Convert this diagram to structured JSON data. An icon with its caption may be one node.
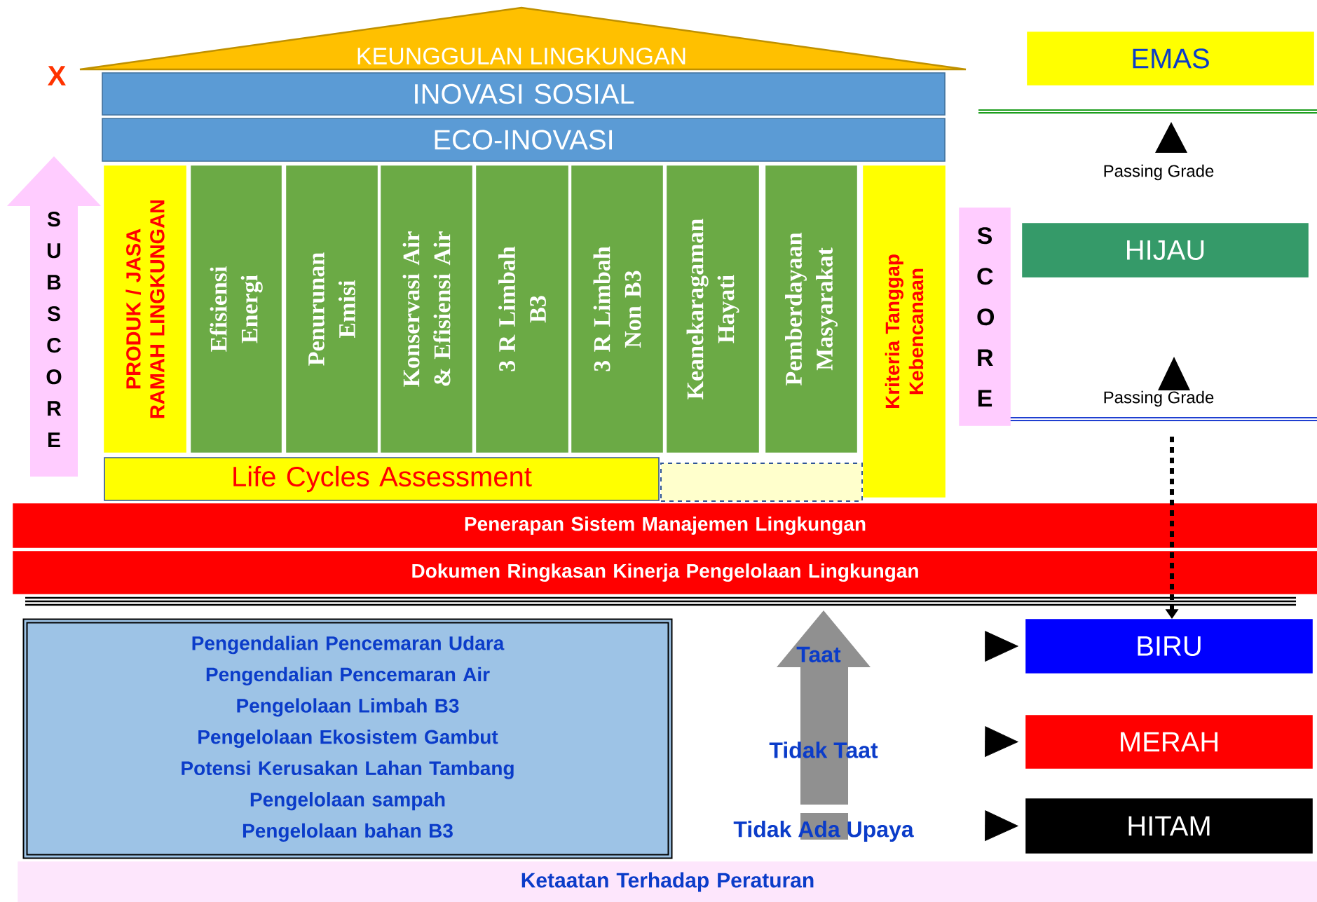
{
  "diagram": {
    "nodes": [
      {
        "text": [
          "KEUNGGULAN LINGKUNGAN"
        ]
      },
      {
        "text": [
          "INOVASI SOSIAL"
        ]
      },
      {
        "text": [
          "ECO-INOVASI"
        ]
      },
      {
        "text": [
          "S U B S C O R E"
        ]
      },
      {
        "text": [
          "PRODUK / JASA RAMAH LINGKUNGAN"
        ]
      },
      {
        "text": [
          "Efisiensi Energi"
        ]
      },
      {
        "text": [
          "Penurunan Emisi"
        ]
      },
      {
        "text": [
          "Konservasi Air & Efisiensi Air"
        ]
      },
      {
        "text": [
          "3 R Limbah B3"
        ]
      },
      {
        "text": [
          "3 R Limbah Non B3"
        ]
      },
      {
        "text": [
          "Keanekaragaman Hayati"
        ]
      },
      {
        "text": [
          "Pemberdayaan Masyarakat"
        ]
      },
      {
        "text": [
          "Kriteria Tanggap Kebencanaan"
        ]
      },
      {
        "text": [
          "S C O R E"
        ]
      },
      {
        "text": [
          "Life Cycles Assessment"
        ]
      },
      {
        "text": [],
        "shape": "box"
      },
      {
        "text": [
          "Penerapan Sistem Manajemen Lingkungan"
        ]
      },
      {
        "text": [
          "Dokumen Ringkasan Kinerja Pengelolaan Lingkungan"
        ]
      },
      {
        "text": [
          "Pengendalian Pencemaran Udara",
          "Pengendalian Pencemaran Air",
          "Pengelolaan Limbah B3",
          "Pengelolaan Ekosistem Gambut",
          "Potensi Kerusakan Lahan Tambang",
          "Pengelolaan sampah",
          "Pengelolaan bahan B3"
        ]
      },
      {
        "text": [
          "Ketaatan Terhadap Peraturan"
        ]
      },
      {
        "text": [
          "EMAS"
        ]
      },
      {
        "text": [
          "HIJAU"
        ]
      },
      {
        "text": [
          "BIRU"
        ]
      },
      {
        "text": [
          "MERAH"
        ]
      },
      {
        "text": [
          "HITAM"
        ]
      }
    ],
    "edges": [
      {
        "from": null,
        "to": 22,
        "arrow": "to",
        "style": "dashed"
      },
      {
        "from": null,
        "to": 22,
        "arrow": "to"
      },
      {
        "from": null,
        "to": 23,
        "arrow": "to"
      },
      {
        "from": null,
        "to": 24,
        "arrow": "to"
      }
    ],
    "labels": [
      "X",
      "Passing Grade",
      "Passing Grade",
      "Taat",
      "Tidak Taat",
      "Tidak Ada Upaya"
    ]
  }
}
